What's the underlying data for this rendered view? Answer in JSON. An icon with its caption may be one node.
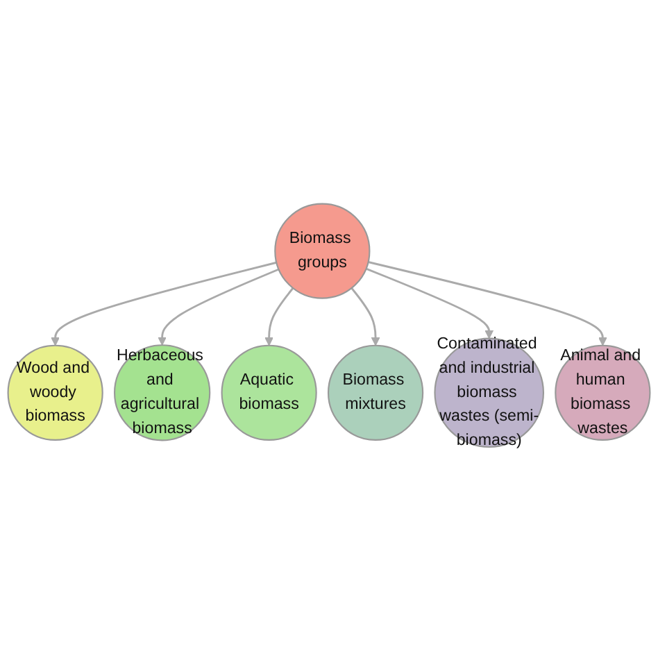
{
  "diagram": {
    "nodes": [
      {
        "text": [
          "Wood and woody biomass"
        ]
      },
      {
        "text": [
          "Animal and human biomass wastes"
        ]
      },
      {
        "text": [
          "Herbaceous and agricultural biomass"
        ]
      },
      {
        "text": [
          "Biomass groups"
        ]
      },
      {
        "text": [
          "Contaminated and industrial biomass wastes (semi-biomass)"
        ]
      },
      {
        "text": [
          "Aquatic biomass"
        ]
      },
      {
        "text": [
          "Biomass mixtures"
        ]
      }
    ],
    "edges": [
      {
        "from": 3,
        "to": 0,
        "arrow": "to"
      },
      {
        "from": 3,
        "to": 2,
        "arrow": "to"
      },
      {
        "from": 3,
        "to": 5,
        "arrow": "to"
      },
      {
        "from": 3,
        "to": 6,
        "arrow": "to"
      },
      {
        "from": 3,
        "to": 4,
        "arrow": "to"
      },
      {
        "from": 3,
        "to": 1,
        "arrow": "to"
      }
    ]
  }
}
